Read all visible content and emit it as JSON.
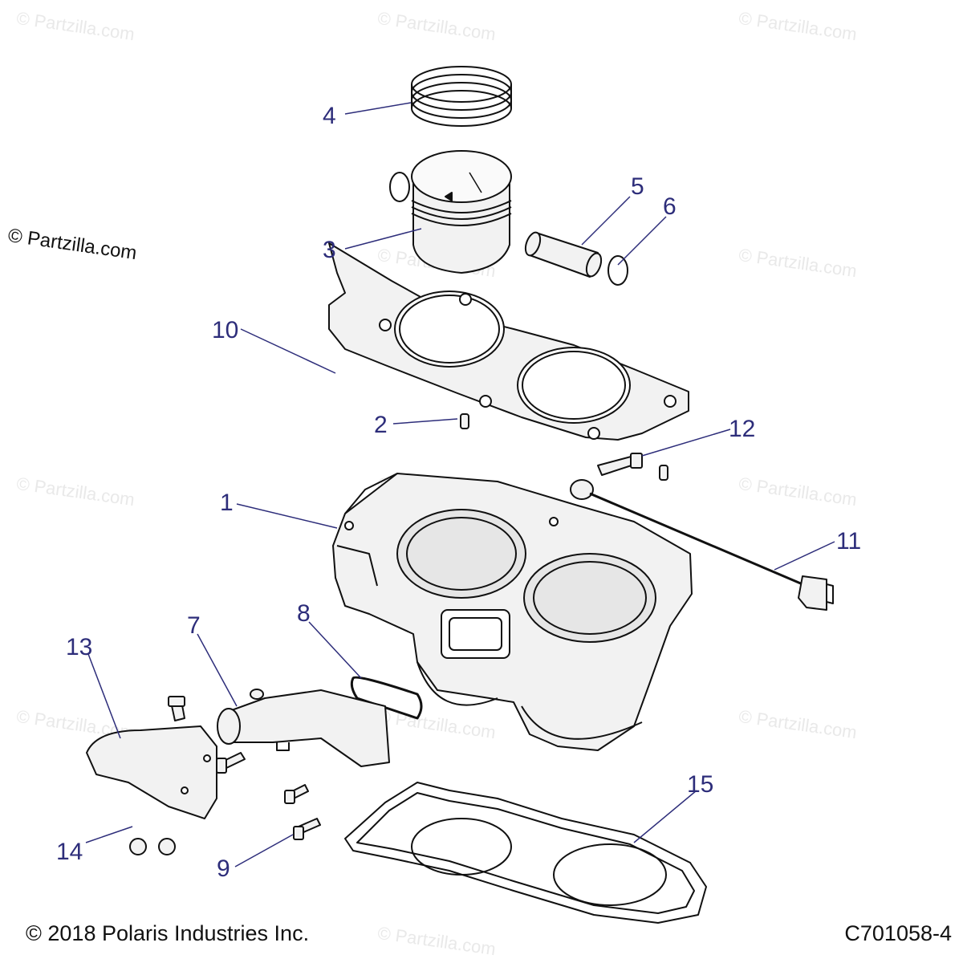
{
  "watermark": "© Partzilla.com",
  "side_credit": "© Partzilla.com",
  "footer": {
    "copyright": "© 2018 Polaris Industries Inc.",
    "diagram_id": "C701058-4"
  },
  "callouts": {
    "c1": "1",
    "c2": "2",
    "c3": "3",
    "c4": "4",
    "c5": "5",
    "c6": "6",
    "c7": "7",
    "c8": "8",
    "c9": "9",
    "c10": "10",
    "c11": "11",
    "c12": "12",
    "c13": "13",
    "c14": "14",
    "c15": "15"
  },
  "colors": {
    "callout": "#2d2d7a",
    "line": "#111111",
    "part_fill": "#f2f2f2"
  }
}
